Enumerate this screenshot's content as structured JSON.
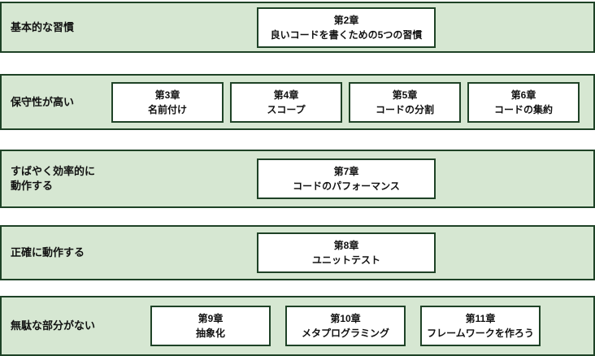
{
  "colors": {
    "band_fill": "#d6e7d2",
    "border_green": "#1e4226",
    "box_fill": "#ffffff",
    "text": "#111111",
    "page_background": "#ffffff"
  },
  "rows": [
    {
      "label": "基本的な習慣",
      "boxes": [
        {
          "chapter": "第2章",
          "title": "良いコードを書くための5つの習慣"
        }
      ]
    },
    {
      "label": "保守性が高い",
      "boxes": [
        {
          "chapter": "第3章",
          "title": "名前付け"
        },
        {
          "chapter": "第4章",
          "title": "スコープ"
        },
        {
          "chapter": "第5章",
          "title": "コードの分割"
        },
        {
          "chapter": "第6章",
          "title": "コードの集約"
        }
      ]
    },
    {
      "label": "すばやく効率的に\n動作する",
      "boxes": [
        {
          "chapter": "第7章",
          "title": "コードのパフォーマンス"
        }
      ]
    },
    {
      "label": "正確に動作する",
      "boxes": [
        {
          "chapter": "第8章",
          "title": "ユニットテスト"
        }
      ]
    },
    {
      "label": "無駄な部分がない",
      "boxes": [
        {
          "chapter": "第9章",
          "title": "抽象化"
        },
        {
          "chapter": "第10章",
          "title": "メタプログラミング"
        },
        {
          "chapter": "第11章",
          "title": "フレームワークを作ろう"
        }
      ]
    }
  ]
}
